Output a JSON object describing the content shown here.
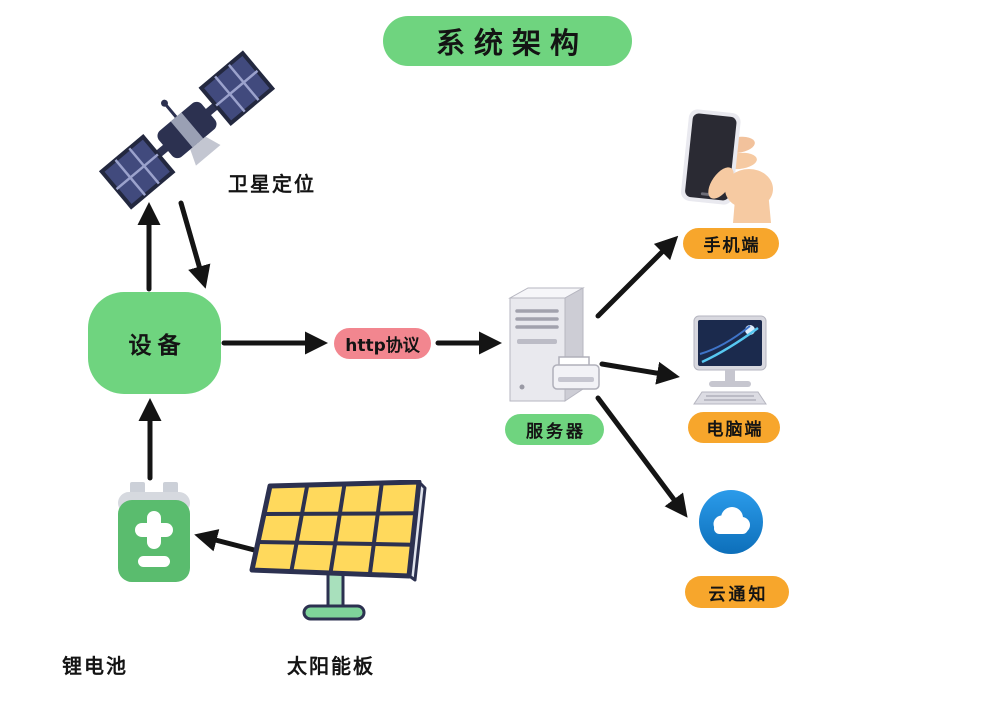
{
  "title": "系统架构",
  "labels": {
    "satellite": "卫星定位",
    "device": "设备",
    "http": "http协议",
    "server": "服务器",
    "phone": "手机端",
    "computer": "电脑端",
    "cloud": "云通知",
    "battery": "锂电池",
    "solar": "太阳能板"
  },
  "icons": {
    "satellite": "satellite-icon",
    "phone": "phone-in-hand-icon",
    "server": "server-tower-icon",
    "printer": "printer-icon",
    "computer": "desktop-computer-icon",
    "cloud": "cloud-icon",
    "battery": "battery-icon",
    "solar": "solar-panel-icon"
  },
  "colors": {
    "node_green": "#6fd47f",
    "http_pink": "#f2868f",
    "label_orange": "#f7a62c",
    "cloud_blue": "#1e8fe0",
    "battery_green": "#5abc6e",
    "solar_yellow": "#ffd95c",
    "panel_navy": "#2c3150",
    "arrow_black": "#141414",
    "text_black": "#141414",
    "background": "#ffffff"
  },
  "connections": [
    {
      "from": "设备",
      "to": "卫星定位"
    },
    {
      "from": "卫星定位",
      "to": "设备"
    },
    {
      "from": "设备",
      "to": "http协议"
    },
    {
      "from": "http协议",
      "to": "服务器"
    },
    {
      "from": "服务器",
      "to": "手机端"
    },
    {
      "from": "服务器",
      "to": "电脑端"
    },
    {
      "from": "服务器",
      "to": "云通知"
    },
    {
      "from": "锂电池",
      "to": "设备"
    },
    {
      "from": "太阳能板",
      "to": "锂电池"
    }
  ]
}
